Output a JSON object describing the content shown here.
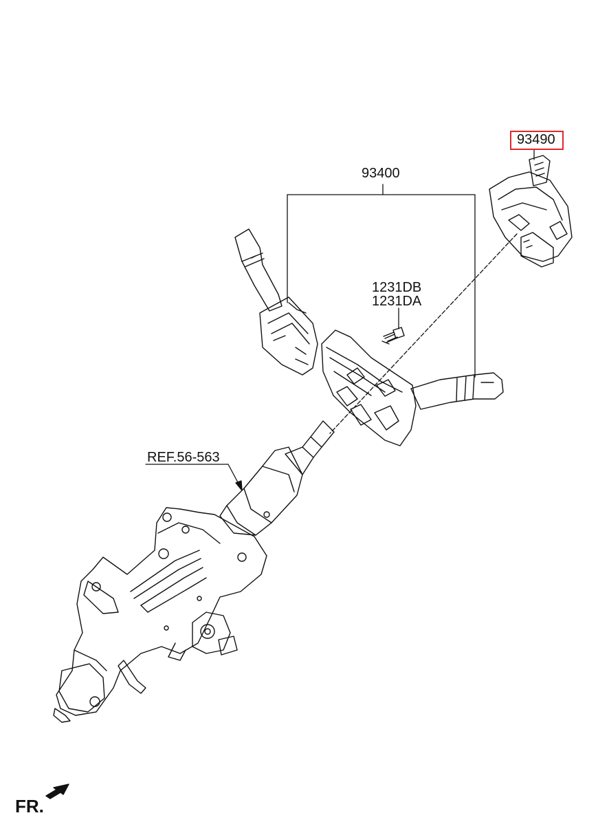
{
  "callouts": {
    "highlighted_part": "93490",
    "assembly": "93400",
    "bolt_1": "1231DB",
    "bolt_2": "1231DA",
    "reference": "REF.56-563"
  },
  "orientation": {
    "label": "FR."
  },
  "colors": {
    "line": "#111111",
    "highlight": "#e3262b",
    "background": "#ffffff"
  }
}
